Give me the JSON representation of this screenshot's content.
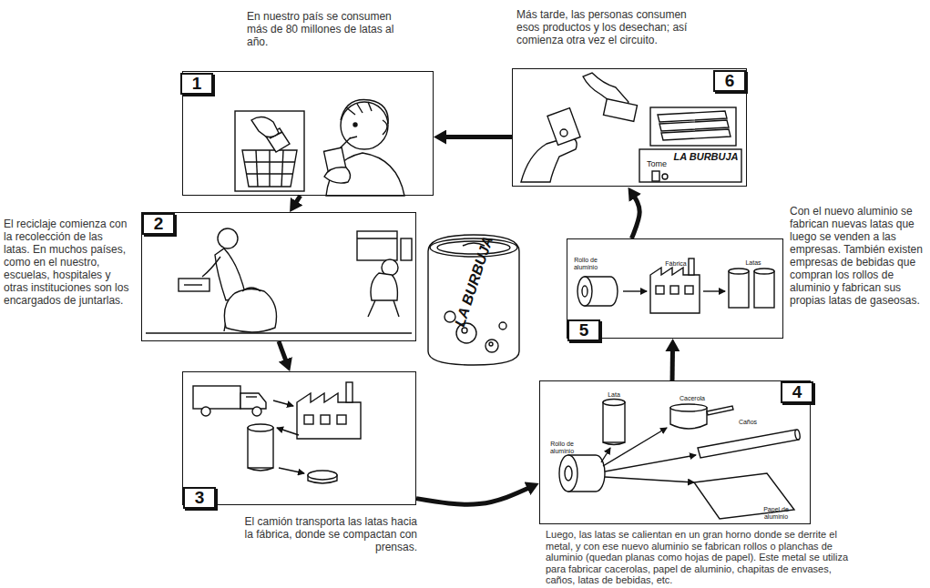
{
  "diagram": {
    "nodes": [
      {
        "text": [
          "1",
          "En nuestro país se consumen más de 80 millones de latas al año."
        ]
      },
      {
        "text": [
          "2",
          "El reciclaje comienza con la recolección de las latas. En muchos países, como en el nuestro, escuelas, hospitales y otras instituciones son los encargados de juntarlas."
        ]
      },
      {
        "text": [
          "3",
          "El camión transporta las latas hacia la fábrica, donde se compactan con prensas."
        ]
      },
      {
        "text": [
          "4",
          "Luego, las latas se calientan en un gran horno donde se derrite el metal, y con ese nuevo aluminio se fabrican rollos o planchas de aluminio (quedan planas como hojas de papel). Este metal se utiliza para fabricar cacerolas, papel de aluminio, chapitas de envases, caños, latas de bebidas, etc."
        ]
      },
      {
        "text": [
          "5",
          "Con el nuevo aluminio se fabrican nuevas latas que luego se venden a las empresas. También existen empresas de bebidas que compran los rollos de aluminio y fabrican sus propias latas de gaseosas."
        ]
      },
      {
        "text": [
          "6",
          "Más tarde, las personas consumen esos productos y los desechan; así comienza otra vez el circuito."
        ]
      }
    ],
    "edges": [
      {
        "from": 0,
        "to": 1,
        "arrow": "to"
      },
      {
        "from": 1,
        "to": 2,
        "arrow": "to"
      },
      {
        "from": 2,
        "to": 3,
        "arrow": "to"
      },
      {
        "from": 3,
        "to": 4,
        "arrow": "to"
      },
      {
        "from": 4,
        "to": 5,
        "arrow": "to"
      },
      {
        "from": 5,
        "to": 0,
        "arrow": "to"
      }
    ],
    "labels": [
      "Tome",
      "LA BURBUJA",
      "LA BURBUJA",
      "Rollo de aluminio",
      "Fábrica",
      "Latas",
      "Lata",
      "Cacerola",
      "Caños",
      "Rollo de aluminio",
      "Papel de aluminio"
    ]
  }
}
